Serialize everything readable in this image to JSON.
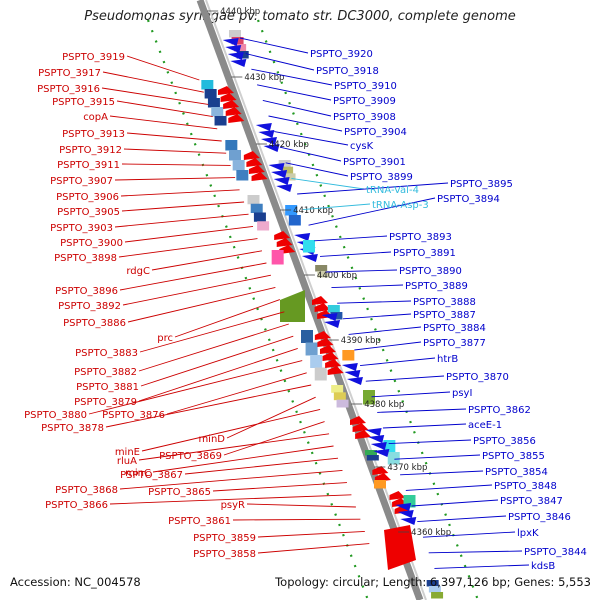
{
  "title": "Pseudomonas syringae pv. tomato str. DC3000, complete genome",
  "accession_label": "Accession: NC_004578",
  "summary_label": "Topology: circular; Length: 6,397,126 bp; Genes: 5,553",
  "colors": {
    "left_labels": "#cc0000",
    "right_labels": "#0000cc",
    "rna_labels": "#33bbdd",
    "backbone": "#888888",
    "forward_arrow": "#ee0000",
    "reverse_arrow": "#1111dd"
  },
  "scale_ticks": [
    "4440 kbp",
    "4430 kbp",
    "4420 kbp",
    "4410 kbp",
    "4400 kbp",
    "4390 kbp",
    "4380 kbp",
    "4370 kbp",
    "4360 kbp"
  ],
  "left_genes": [
    "PSPTO_3919",
    "PSPTO_3917",
    "PSPTO_3916",
    "PSPTO_3915",
    "copA",
    "PSPTO_3913",
    "PSPTO_3912",
    "PSPTO_3911",
    "PSPTO_3907",
    "PSPTO_3906",
    "PSPTO_3905",
    "PSPTO_3903",
    "PSPTO_3900",
    "PSPTO_3898",
    "rdgC",
    "PSPTO_3896",
    "PSPTO_3892",
    "PSPTO_3886",
    "prc",
    "PSPTO_3883",
    "PSPTO_3882",
    "PSPTO_3881",
    "PSPTO_3879",
    "PSPTO_3880",
    "PSPTO_3876",
    "PSPTO_3878",
    "minD",
    "minE",
    "PSPTO_3869",
    "rluA",
    "minC",
    "PSPTO_3867",
    "PSPTO_3868",
    "PSPTO_3865",
    "PSPTO_3866",
    "psyR",
    "PSPTO_3861",
    "PSPTO_3859",
    "PSPTO_3858"
  ],
  "right_genes": [
    "PSPTO_3920",
    "PSPTO_3918",
    "PSPTO_3910",
    "PSPTO_3909",
    "PSPTO_3908",
    "PSPTO_3904",
    "cysK",
    "PSPTO_3901",
    "PSPTO_3899",
    "tRNA-Val-4",
    "PSPTO_3895",
    "tRNA-Asp-3",
    "PSPTO_3894",
    "PSPTO_3893",
    "PSPTO_3891",
    "PSPTO_3890",
    "PSPTO_3889",
    "PSPTO_3888",
    "PSPTO_3887",
    "PSPTO_3884",
    "PSPTO_3877",
    "htrB",
    "PSPTO_3870",
    "psyI",
    "PSPTO_3862",
    "aceE-1",
    "PSPTO_3856",
    "PSPTO_3855",
    "PSPTO_3854",
    "PSPTO_3848",
    "PSPTO_3847",
    "PSPTO_3846",
    "lpxK",
    "PSPTO_3844",
    "kdsB"
  ],
  "rna_genes": [
    "tRNA-Val-4",
    "tRNA-Asp-3"
  ]
}
